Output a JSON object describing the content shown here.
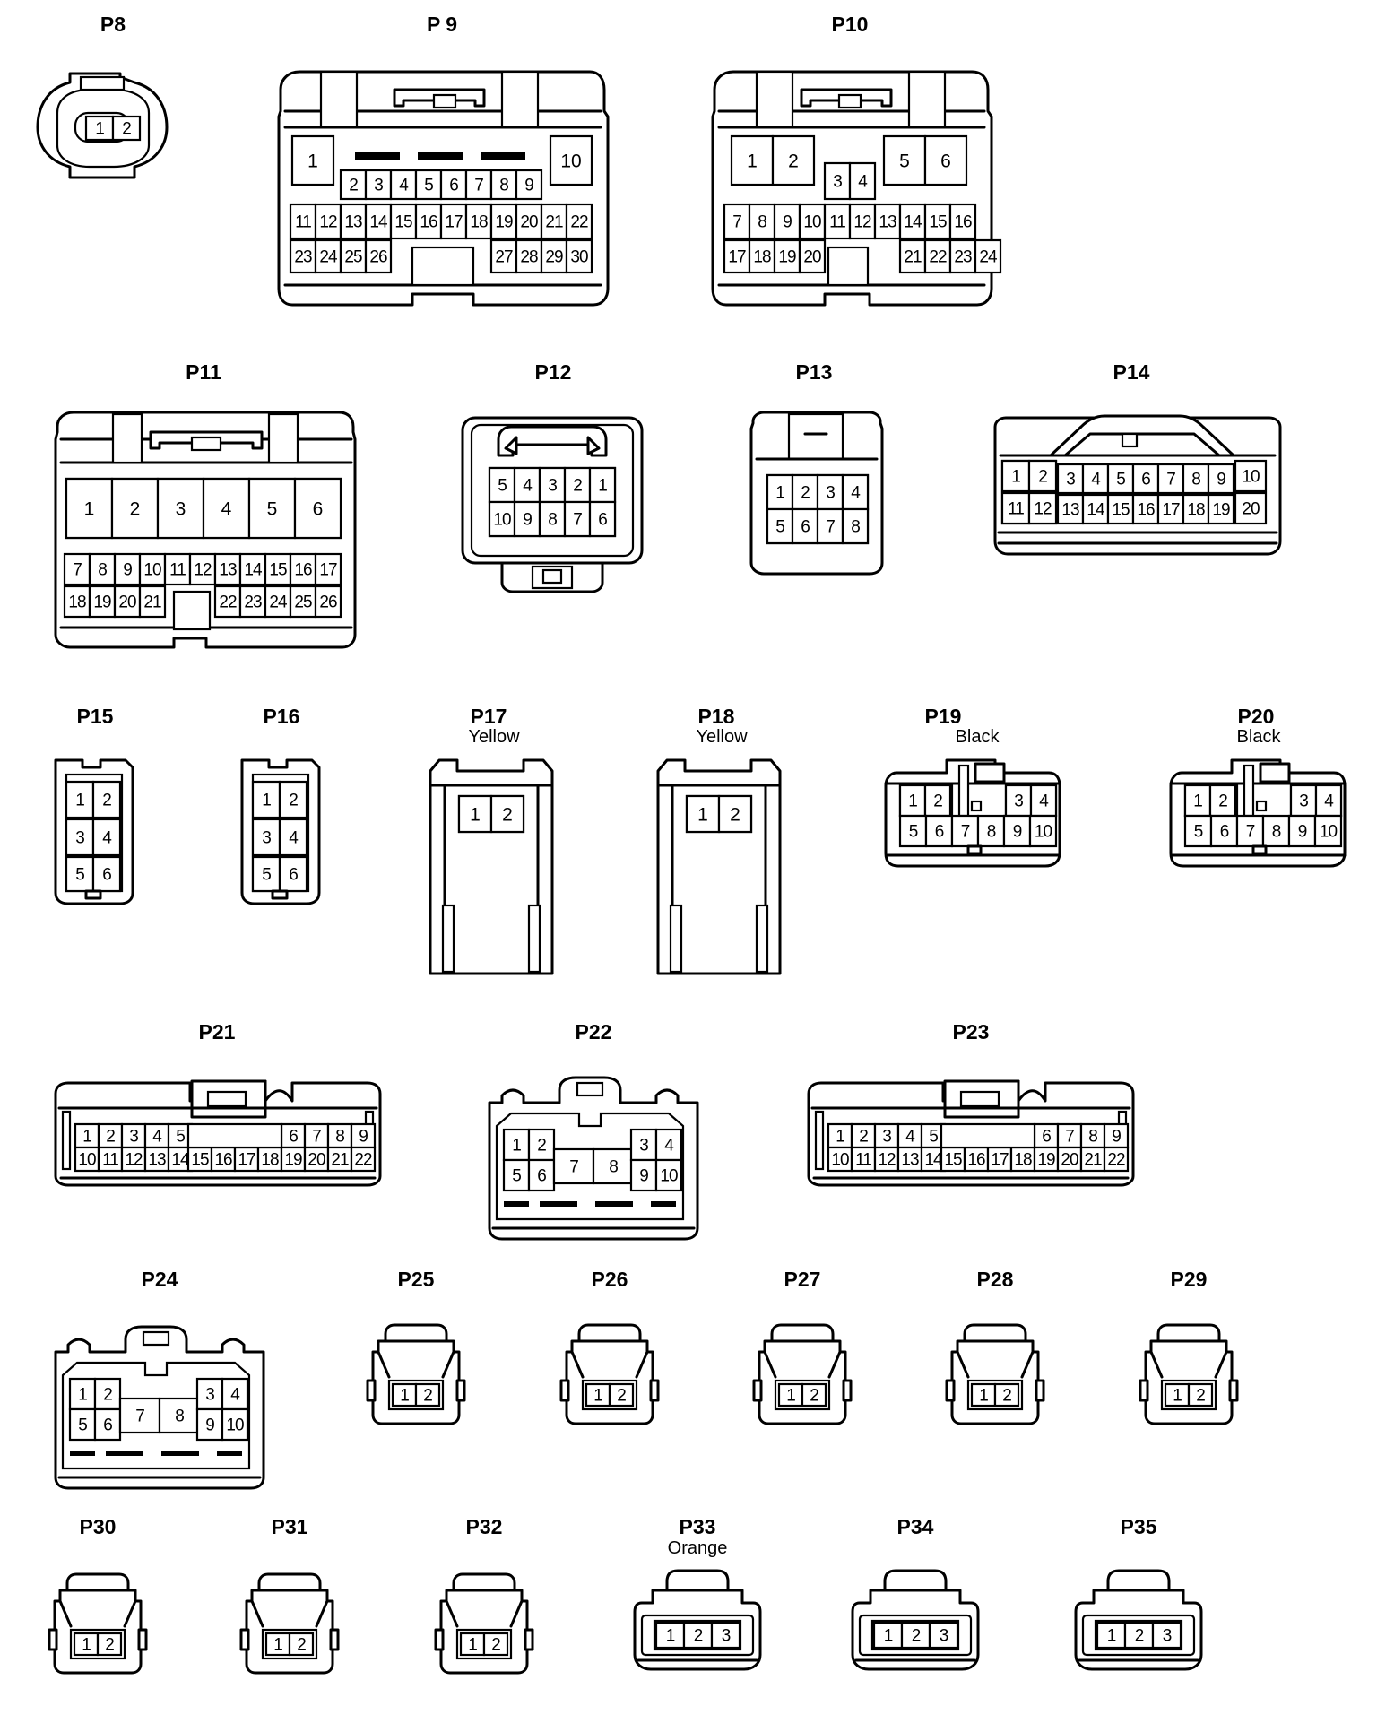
{
  "connectors": [
    {
      "id": "P8"
    },
    {
      "id": "P 9"
    },
    {
      "id": "P10"
    },
    {
      "id": "P11"
    },
    {
      "id": "P12"
    },
    {
      "id": "P13"
    },
    {
      "id": "P14"
    },
    {
      "id": "P15"
    },
    {
      "id": "P16"
    },
    {
      "id": "P17",
      "color_label": "Yellow"
    },
    {
      "id": "P18",
      "color_label": "Yellow"
    },
    {
      "id": "P19",
      "color_label": "Black"
    },
    {
      "id": "P20",
      "color_label": "Black"
    },
    {
      "id": "P21"
    },
    {
      "id": "P22"
    },
    {
      "id": "P23"
    },
    {
      "id": "P24"
    },
    {
      "id": "P25"
    },
    {
      "id": "P26"
    },
    {
      "id": "P27"
    },
    {
      "id": "P28"
    },
    {
      "id": "P29"
    },
    {
      "id": "P30"
    },
    {
      "id": "P31"
    },
    {
      "id": "P32"
    },
    {
      "id": "P33",
      "color_label": "Orange"
    },
    {
      "id": "P34"
    },
    {
      "id": "P35"
    }
  ]
}
